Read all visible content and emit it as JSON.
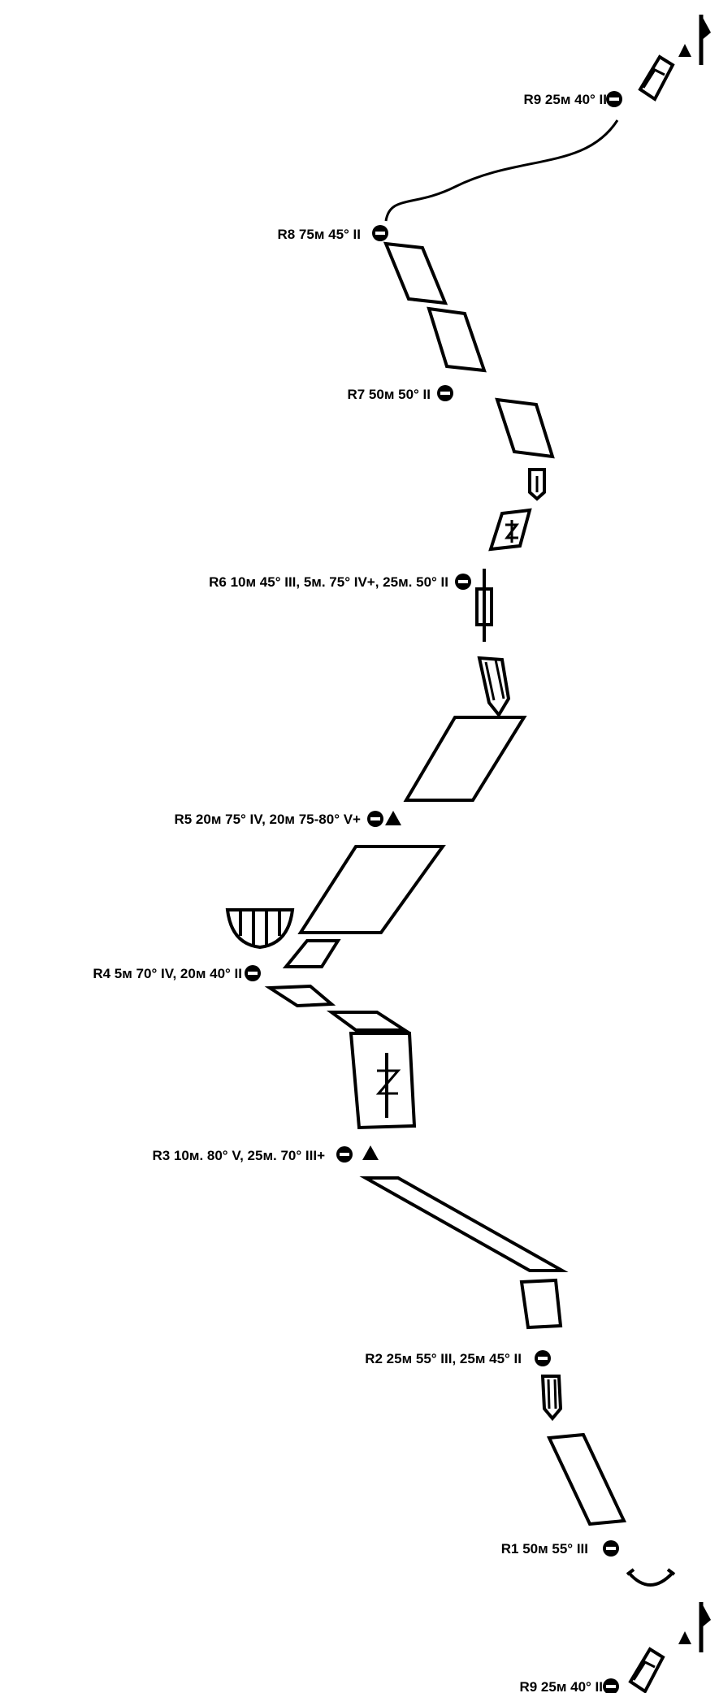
{
  "pitches": [
    {
      "id": "R9",
      "text": "R9 25м 40° II"
    },
    {
      "id": "R8",
      "text": "R8 75м 45° II"
    },
    {
      "id": "R7",
      "text": "R7 50м 50° II"
    },
    {
      "id": "R6",
      "text": "R6 10м 45° III, 5м. 75° IV+, 25м. 50° II"
    },
    {
      "id": "R5",
      "text": "R5 20м 75° IV, 20м 75-80° V+"
    },
    {
      "id": "R4",
      "text": "R4 5м 70° IV, 20м 40° II"
    },
    {
      "id": "R3",
      "text": "R3 10м. 80° V, 25м. 70° III+"
    },
    {
      "id": "R2",
      "text": "R2 25м 55° III, 25м 45° II"
    },
    {
      "id": "R1",
      "text": "R1 50м 55° III"
    },
    {
      "id": "R9-bottom",
      "text": "R9 25м 40° II"
    }
  ]
}
